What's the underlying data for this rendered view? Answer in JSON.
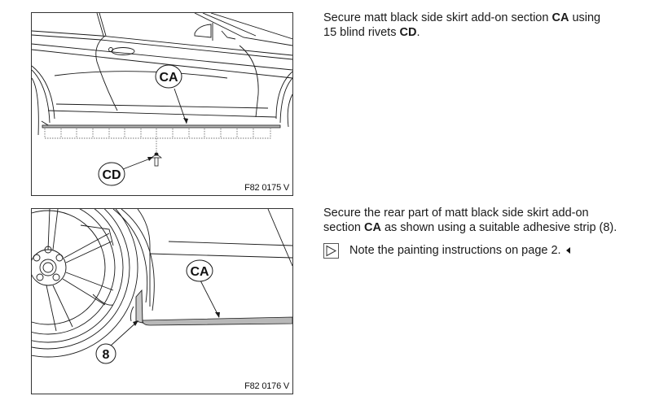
{
  "step1": {
    "text_before_ca": "Secure matt black side skirt add-on section ",
    "ca_label": "CA",
    "text_after_ca": " using",
    "line2_before": "15 blind rivets ",
    "cd_label": "CD",
    "line2_after": "."
  },
  "step2": {
    "line1": "Secure the rear part of matt black side skirt add-on",
    "line2_before": "section ",
    "ca_label": "CA",
    "line2_after": " as shown using a suitable adhesive strip (8).",
    "note": "Note the painting instructions on page 2.",
    "note_icon": "play-triangle-icon",
    "end_icon": "end-of-section-triangle-icon"
  },
  "figure1": {
    "code": "F82 0175 V",
    "callouts": {
      "ca": "CA",
      "cd": "CD"
    }
  },
  "figure2": {
    "code": "F82 0176 V",
    "callouts": {
      "ca": "CA",
      "strip": "8"
    }
  },
  "colors": {
    "line": "#1a1a1a",
    "skirt_fill": "#b8b8b8",
    "border": "#333333"
  }
}
